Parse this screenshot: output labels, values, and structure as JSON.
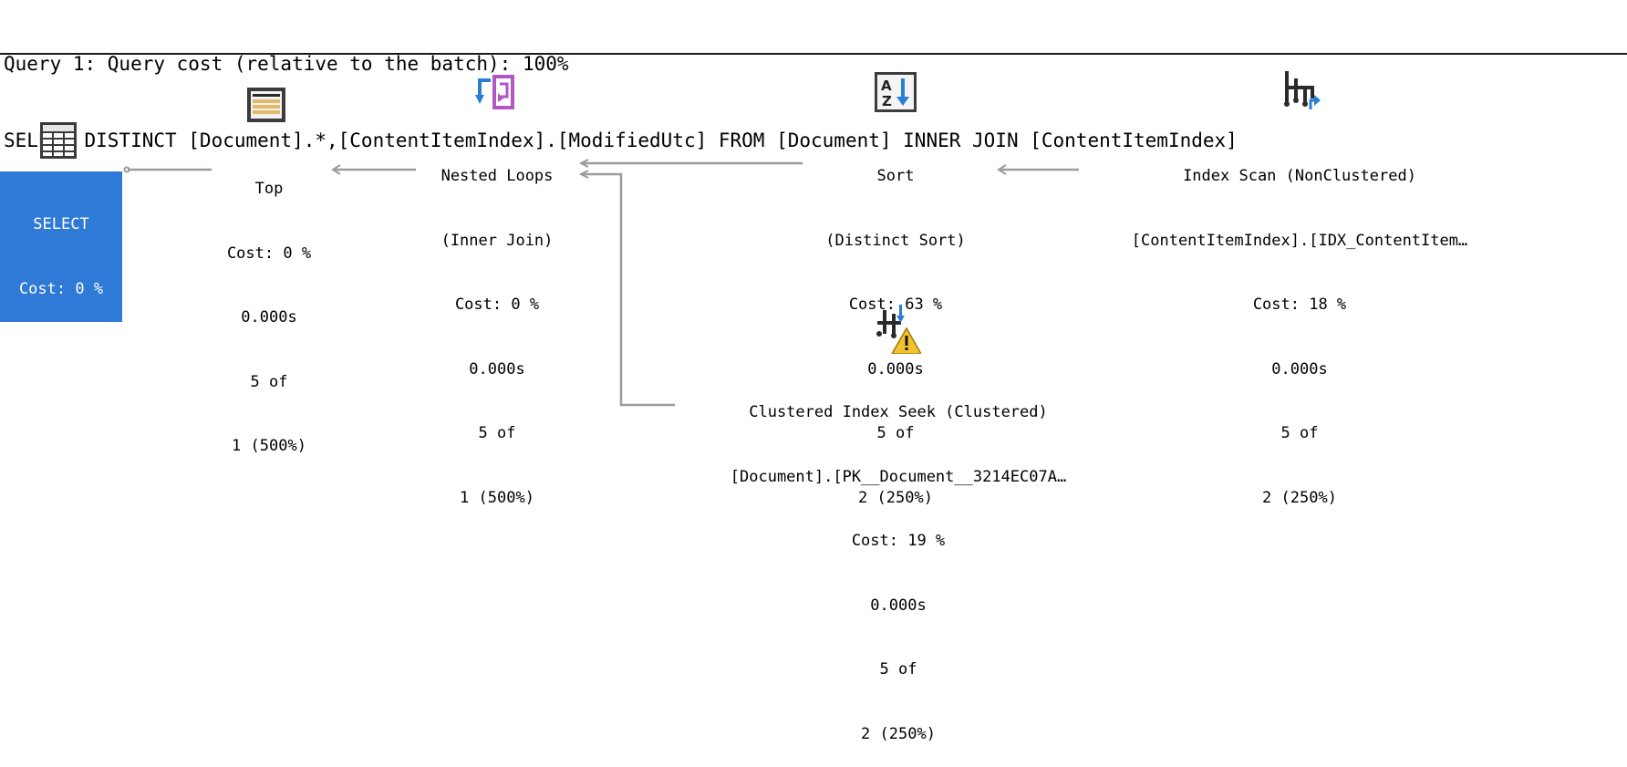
{
  "header": {
    "line1": "Query 1: Query cost (relative to the batch): 100%",
    "line2": "SELECT DISTINCT [Document].*,[ContentItemIndex].[ModifiedUtc] FROM [Document] INNER JOIN [ContentItemIndex]"
  },
  "colors": {
    "selection": "#2f7ad6",
    "connector": "#9b9b9b"
  },
  "nodes": {
    "select": {
      "icon": "table-results-icon",
      "name": "SELECT",
      "cost": "Cost: 0 %"
    },
    "top": {
      "icon": "top-operator-icon",
      "name": "Top",
      "cost": "Cost: 0 %",
      "time": "0.000s",
      "rows": "5 of",
      "estimate": "1 (500%)"
    },
    "nested_loops": {
      "icon": "nested-loops-icon",
      "name": "Nested Loops",
      "subtitle": "(Inner Join)",
      "cost": "Cost: 0 %",
      "time": "0.000s",
      "rows": "5 of",
      "estimate": "1 (500%)"
    },
    "sort": {
      "icon": "sort-az-icon",
      "name": "Sort",
      "subtitle": "(Distinct Sort)",
      "cost": "Cost: 63 %",
      "time": "0.000s",
      "rows": "5 of",
      "estimate": "2 (250%)"
    },
    "index_scan": {
      "icon": "index-scan-icon",
      "name": "Index Scan (NonClustered)",
      "subtitle": "[ContentItemIndex].[IDX_ContentItem…",
      "cost": "Cost: 18 %",
      "time": "0.000s",
      "rows": "5 of",
      "estimate": "2 (250%)"
    },
    "clustered_seek": {
      "icon": "clustered-index-seek-warning-icon",
      "name": "Clustered Index Seek (Clustered)",
      "subtitle": "[Document].[PK__Document__3214EC07A…",
      "cost": "Cost: 19 %",
      "time": "0.000s",
      "rows": "5 of",
      "estimate": "2 (250%)"
    }
  }
}
